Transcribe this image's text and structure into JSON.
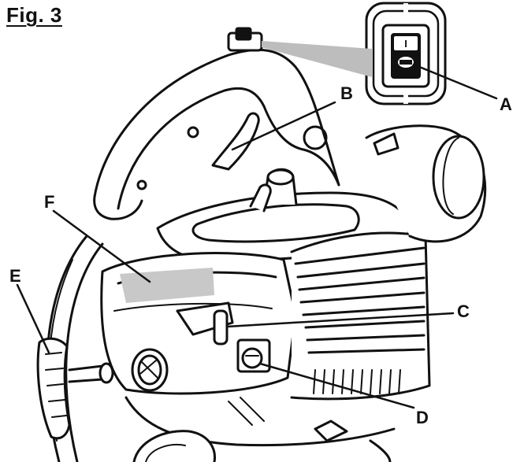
{
  "figure": {
    "title": "Fig. 3",
    "switch_marks": {
      "on": "I",
      "off": "O"
    },
    "callouts": [
      {
        "id": "A",
        "label": "A"
      },
      {
        "id": "B",
        "label": "B"
      },
      {
        "id": "C",
        "label": "C"
      },
      {
        "id": "D",
        "label": "D"
      },
      {
        "id": "E",
        "label": "E"
      },
      {
        "id": "F",
        "label": "F"
      }
    ],
    "colors": {
      "ink": "#111111",
      "label_patch": "#c8c8c8",
      "leader_fill": "#bdbdbd",
      "background": "#ffffff"
    }
  }
}
